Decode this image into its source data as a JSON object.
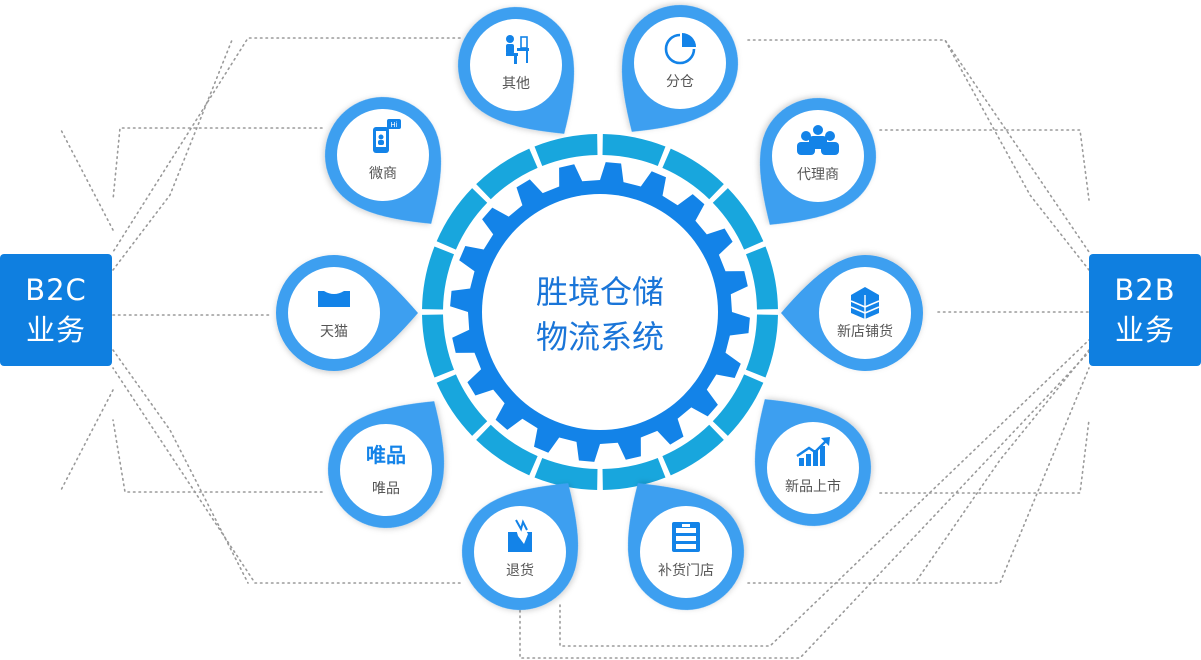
{
  "center": {
    "line1": "胜境仓储",
    "line2": "物流系统"
  },
  "left_box": {
    "line1": "B2C",
    "line2": "业务"
  },
  "right_box": {
    "line1": "B2B",
    "line2": "业务"
  },
  "nodes": [
    {
      "id": "qita",
      "label": "其他",
      "icon": "person-at-desk-icon"
    },
    {
      "id": "fencang",
      "label": "分仓",
      "icon": "pie-chart-icon"
    },
    {
      "id": "weishang",
      "label": "微商",
      "icon": "phone-chat-icon"
    },
    {
      "id": "dailishang",
      "label": "代理商",
      "icon": "group-icon"
    },
    {
      "id": "tianmao",
      "label": "天猫",
      "icon": "tmall-icon"
    },
    {
      "id": "xindianpuhuo",
      "label": "新店铺货",
      "icon": "boxes-icon"
    },
    {
      "id": "weipin",
      "label": "唯品",
      "icon": "vip-text-logo",
      "logo_text": "唯品"
    },
    {
      "id": "xinpinshangshi",
      "label": "新品上市",
      "icon": "rising-bars-icon"
    },
    {
      "id": "tuihuo",
      "label": "退货",
      "icon": "broken-box-icon"
    },
    {
      "id": "buhuomendian",
      "label": "补货门店",
      "icon": "shelf-icon"
    }
  ],
  "colors": {
    "pin": "#3d9ff0",
    "accent": "#0f7fe0",
    "gear": "#1383e8",
    "ring": "#18a6dd",
    "line": "#9a9a9a",
    "text": "#555555"
  }
}
